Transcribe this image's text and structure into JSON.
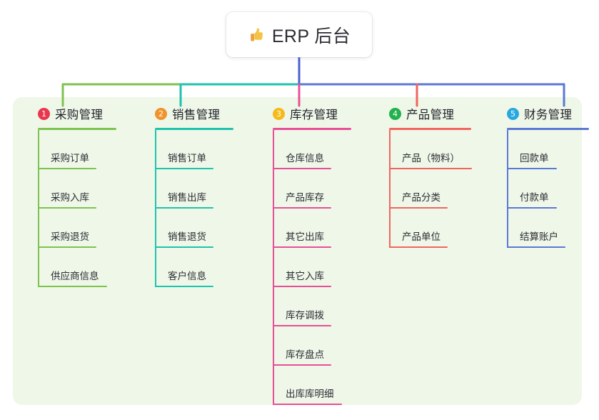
{
  "root": {
    "icon": "thumbs-up-icon",
    "title": "ERP 后台"
  },
  "colors": {
    "panel_background": "#eef7e8",
    "card_background": "#ffffff",
    "center_connector": "#4a5fd0",
    "columns": [
      "#7ec34f",
      "#1fc3ae",
      "#e84f97",
      "#f2655f",
      "#5c78d6"
    ],
    "badges": [
      "#e8384f",
      "#f0932b",
      "#f5b919",
      "#22b14c",
      "#29a8e0"
    ]
  },
  "columns": [
    {
      "index": "1",
      "badge_color": "#e8384f",
      "line_color": "#7ec34f",
      "title": "采购管理",
      "items": [
        {
          "label": "采购订单",
          "rule_width": 82
        },
        {
          "label": "采购入库",
          "rule_width": 82
        },
        {
          "label": "采购退货",
          "rule_width": 82
        },
        {
          "label": "供应商信息",
          "rule_width": 97
        }
      ]
    },
    {
      "index": "2",
      "badge_color": "#f0932b",
      "line_color": "#1fc3ae",
      "title": "销售管理",
      "items": [
        {
          "label": "销售订单",
          "rule_width": 82
        },
        {
          "label": "销售出库",
          "rule_width": 82
        },
        {
          "label": "销售退货",
          "rule_width": 82
        },
        {
          "label": "客户信息",
          "rule_width": 82
        }
      ]
    },
    {
      "index": "3",
      "badge_color": "#f5b919",
      "line_color": "#e84f97",
      "title": "库存管理",
      "items": [
        {
          "label": "仓库信息",
          "rule_width": 82
        },
        {
          "label": "产品库存",
          "rule_width": 82
        },
        {
          "label": "其它出库",
          "rule_width": 82
        },
        {
          "label": "其它入库",
          "rule_width": 82
        },
        {
          "label": "库存调拨",
          "rule_width": 82
        },
        {
          "label": "库存盘点",
          "rule_width": 82
        },
        {
          "label": "出库库明细",
          "rule_width": 97
        }
      ]
    },
    {
      "index": "4",
      "badge_color": "#22b14c",
      "line_color": "#f2655f",
      "title": "产品管理",
      "items": [
        {
          "label": "产品（物料）",
          "rule_width": 116
        },
        {
          "label": "产品分类",
          "rule_width": 82
        },
        {
          "label": "产品单位",
          "rule_width": 82
        }
      ]
    },
    {
      "index": "5",
      "badge_color": "#29a8e0",
      "line_color": "#5c78d6",
      "title": "财务管理",
      "items": [
        {
          "label": "回款单",
          "rule_width": 70
        },
        {
          "label": "付款单",
          "rule_width": 70
        },
        {
          "label": "结算账户",
          "rule_width": 82
        }
      ]
    }
  ]
}
